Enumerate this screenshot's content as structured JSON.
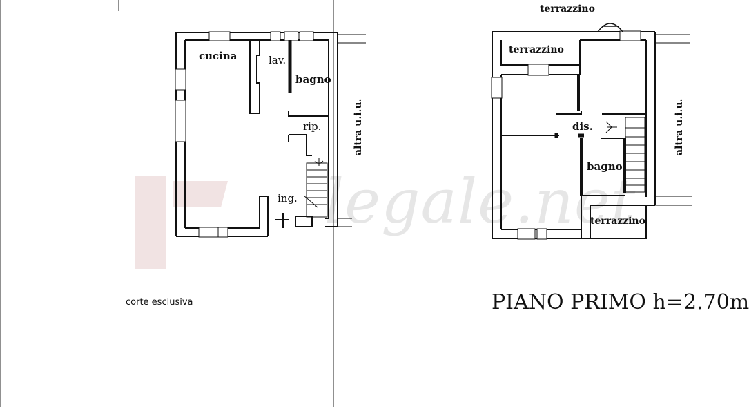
{
  "ground_floor": {
    "rooms": {
      "kitchen": "cucina",
      "laundry": "lav.",
      "bathroom": "bagno",
      "storage": "rip.",
      "entrance": "ing."
    },
    "adjacent_unit": "altra u.i.u.",
    "courtyard": "corte esclusiva"
  },
  "first_floor": {
    "rooms": {
      "terrace_top": "terrazzino",
      "terrace_inner": "terrazzino",
      "hallway": "dis.",
      "bathroom": "bagno",
      "terrace_bottom": "terrazzino"
    },
    "adjacent_unit": "altra u.i.u.",
    "title": "PIANO PRIMO h=2.70m"
  },
  "watermark": "legale.net",
  "colors": {
    "wall": "#111111",
    "watermark": "#e6e6e6",
    "watermark_logo": "#f0dede"
  }
}
